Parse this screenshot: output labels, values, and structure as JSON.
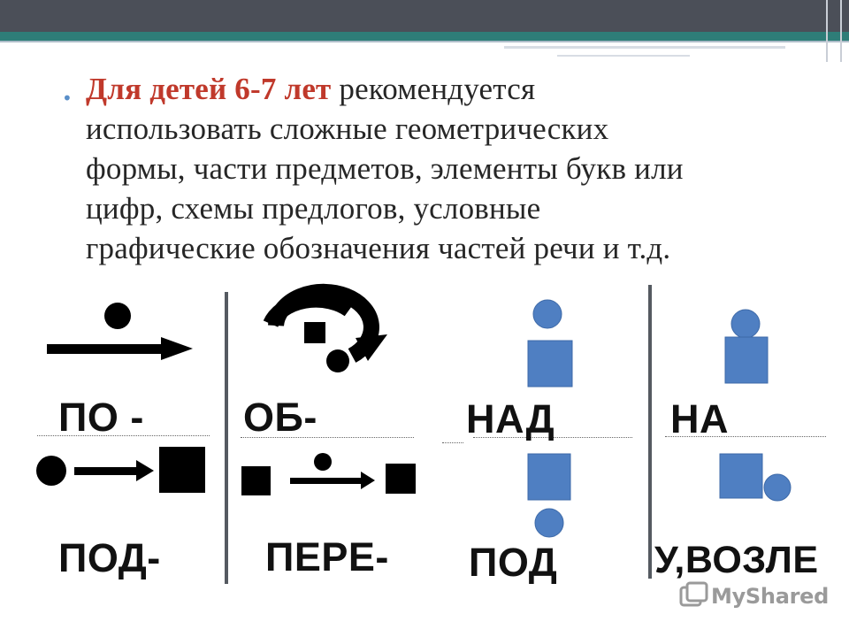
{
  "slide": {
    "bullet": "•",
    "highlight": "Для детей 6-7 лет",
    "text_line1": " рекомендуется",
    "text_line2": "использовать сложные геометрических",
    "text_line3": "формы, части предметов, элементы букв или",
    "text_line4": "цифр, схемы предлогов, условные",
    "text_line5": "графические обозначения частей речи и т.д."
  },
  "prepositions": {
    "po": "ПО -",
    "pod_left": "ПОД-",
    "ob": "ОБ-",
    "pere": "ПЕРЕ-",
    "nad": "НАД",
    "pod_mid": "ПОД",
    "na": "НА",
    "u_vozle": "У,ВОЗЛЕ"
  },
  "colors": {
    "highlight": "#c0392b",
    "shape_blue": "#4f7fc2",
    "shape_black": "#000000"
  },
  "watermark": {
    "brand": "MyShared",
    "icon": "myshared-logo-icon"
  }
}
